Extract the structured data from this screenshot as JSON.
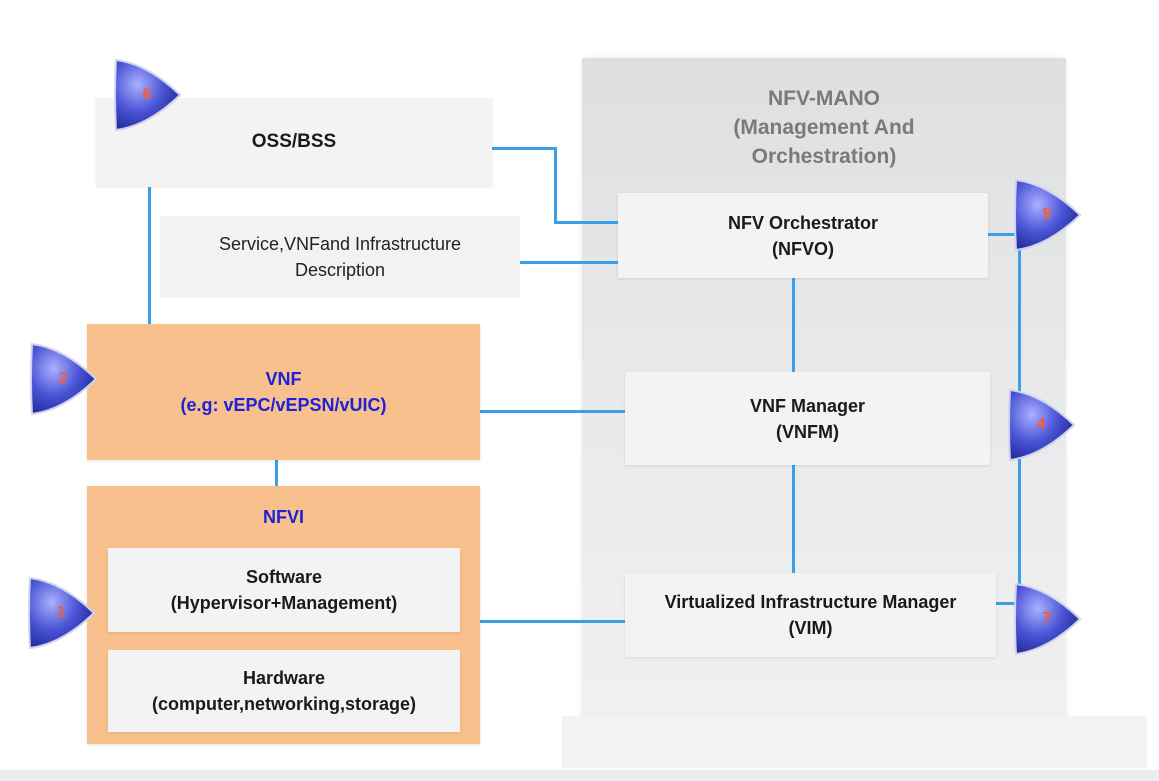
{
  "mano": {
    "title_lines": [
      "NFV-MANO",
      "(Management And",
      "Orchestration)"
    ]
  },
  "oss_bss": {
    "label": "OSS/BSS"
  },
  "description": {
    "lines": [
      "Service,VNFand Infrastructure",
      "Description"
    ]
  },
  "vnf": {
    "lines": [
      "VNF",
      "(e.g: vEPC/vEPSN/vUIC)"
    ]
  },
  "nfvi": {
    "title": "NFVI",
    "software": [
      "Software",
      "(Hypervisor+Management)"
    ],
    "hardware": [
      "Hardware",
      "(computer,networking,storage)"
    ]
  },
  "nfvo": {
    "lines": [
      "NFV Orchestrator",
      "(NFVO)"
    ]
  },
  "vnfm": {
    "lines": [
      "VNF Manager",
      "(VNFM)"
    ]
  },
  "vim": {
    "lines": [
      "Virtualized Infrastructure Manager",
      "(VIM)"
    ]
  },
  "badges": [
    "6",
    "5",
    "2",
    "4",
    "1",
    "7"
  ],
  "colors": {
    "connector": "#3aa0e6",
    "orange_box": "#f8c08c",
    "vnf_text": "#1c22d6",
    "badge_fill": "#4b55d6",
    "badge_number": "#ff5a2a"
  }
}
